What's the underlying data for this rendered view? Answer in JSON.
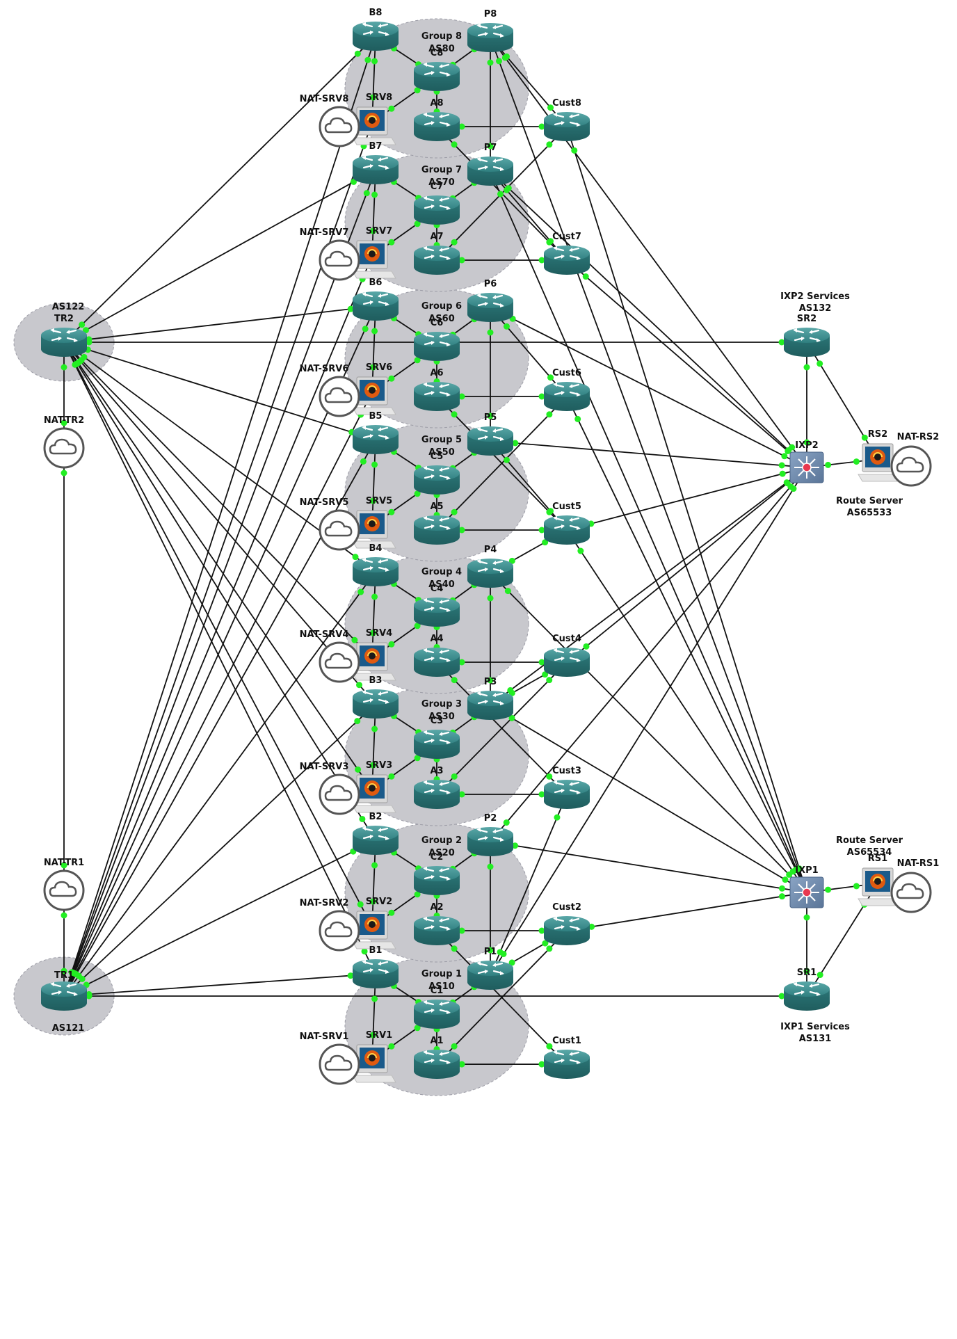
{
  "groups": [
    {
      "id": "g8",
      "name": "Group 8",
      "as": "AS80"
    },
    {
      "id": "g7",
      "name": "Group 7",
      "as": "AS70"
    },
    {
      "id": "g6",
      "name": "Group 6",
      "as": "AS60"
    },
    {
      "id": "g5",
      "name": "Group 5",
      "as": "AS50"
    },
    {
      "id": "g4",
      "name": "Group 4",
      "as": "AS40"
    },
    {
      "id": "g3",
      "name": "Group 3",
      "as": "AS30"
    },
    {
      "id": "g2",
      "name": "Group 2",
      "as": "AS20"
    },
    {
      "id": "g1",
      "name": "Group 1",
      "as": "AS10"
    }
  ],
  "labels": {
    "tr2_as": "AS122",
    "tr1_as": "AS121",
    "ixp2_services": "IXP2 Services",
    "ixp2_as": "AS132",
    "ixp1_services": "IXP1 Services",
    "ixp1_as": "AS131",
    "rs2_title": "Route Server",
    "rs2_as": "AS65533",
    "rs1_title": "Route Server",
    "rs1_as": "AS65534"
  },
  "nodes": [
    {
      "id": "TR2",
      "label": "TR2",
      "type": "router"
    },
    {
      "id": "TR1",
      "label": "TR1",
      "type": "router"
    },
    {
      "id": "NAT-TR2",
      "label": "NAT-TR2",
      "type": "cloud"
    },
    {
      "id": "NAT-TR1",
      "label": "NAT-TR1",
      "type": "cloud"
    },
    {
      "id": "SR2",
      "label": "SR2",
      "type": "router"
    },
    {
      "id": "SR1",
      "label": "SR1",
      "type": "router"
    },
    {
      "id": "IXP2",
      "label": "IXP2",
      "type": "switch"
    },
    {
      "id": "IXP1",
      "label": "IXP1",
      "type": "switch"
    },
    {
      "id": "RS2",
      "label": "RS2",
      "type": "host"
    },
    {
      "id": "RS1",
      "label": "RS1",
      "type": "host"
    },
    {
      "id": "NAT-RS2",
      "label": "NAT-RS2",
      "type": "cloud"
    },
    {
      "id": "NAT-RS1",
      "label": "NAT-RS1",
      "type": "cloud"
    },
    {
      "id": "B8",
      "label": "B8",
      "type": "router"
    },
    {
      "id": "P8",
      "label": "P8",
      "type": "router"
    },
    {
      "id": "C8",
      "label": "C8",
      "type": "router"
    },
    {
      "id": "A8",
      "label": "A8",
      "type": "router"
    },
    {
      "id": "SRV8",
      "label": "SRV8",
      "type": "host"
    },
    {
      "id": "NAT-SRV8",
      "label": "NAT-SRV8",
      "type": "cloud"
    },
    {
      "id": "Cust8",
      "label": "Cust8",
      "type": "router"
    },
    {
      "id": "B7",
      "label": "B7",
      "type": "router"
    },
    {
      "id": "P7",
      "label": "P7",
      "type": "router"
    },
    {
      "id": "C7",
      "label": "C7",
      "type": "router"
    },
    {
      "id": "A7",
      "label": "A7",
      "type": "router"
    },
    {
      "id": "SRV7",
      "label": "SRV7",
      "type": "host"
    },
    {
      "id": "NAT-SRV7",
      "label": "NAT-SRV7",
      "type": "cloud"
    },
    {
      "id": "Cust7",
      "label": "Cust7",
      "type": "router"
    },
    {
      "id": "B6",
      "label": "B6",
      "type": "router"
    },
    {
      "id": "P6",
      "label": "P6",
      "type": "router"
    },
    {
      "id": "C6",
      "label": "C6",
      "type": "router"
    },
    {
      "id": "A6",
      "label": "A6",
      "type": "router"
    },
    {
      "id": "SRV6",
      "label": "SRV6",
      "type": "host"
    },
    {
      "id": "NAT-SRV6",
      "label": "NAT-SRV6",
      "type": "cloud"
    },
    {
      "id": "Cust6",
      "label": "Cust6",
      "type": "router"
    },
    {
      "id": "B5",
      "label": "B5",
      "type": "router"
    },
    {
      "id": "P5",
      "label": "P5",
      "type": "router"
    },
    {
      "id": "C5",
      "label": "C5",
      "type": "router"
    },
    {
      "id": "A5",
      "label": "A5",
      "type": "router"
    },
    {
      "id": "SRV5",
      "label": "SRV5",
      "type": "host"
    },
    {
      "id": "NAT-SRV5",
      "label": "NAT-SRV5",
      "type": "cloud"
    },
    {
      "id": "Cust5",
      "label": "Cust5",
      "type": "router"
    },
    {
      "id": "B4",
      "label": "B4",
      "type": "router"
    },
    {
      "id": "P4",
      "label": "P4",
      "type": "router"
    },
    {
      "id": "C4",
      "label": "C4",
      "type": "router"
    },
    {
      "id": "A4",
      "label": "A4",
      "type": "router"
    },
    {
      "id": "SRV4",
      "label": "SRV4",
      "type": "host"
    },
    {
      "id": "NAT-SRV4",
      "label": "NAT-SRV4",
      "type": "cloud"
    },
    {
      "id": "Cust4",
      "label": "Cust4",
      "type": "router"
    },
    {
      "id": "B3",
      "label": "B3",
      "type": "router"
    },
    {
      "id": "P3",
      "label": "P3",
      "type": "router"
    },
    {
      "id": "C3",
      "label": "C3",
      "type": "router"
    },
    {
      "id": "A3",
      "label": "A3",
      "type": "router"
    },
    {
      "id": "SRV3",
      "label": "SRV3",
      "type": "host"
    },
    {
      "id": "NAT-SRV3",
      "label": "NAT-SRV3",
      "type": "cloud"
    },
    {
      "id": "Cust3",
      "label": "Cust3",
      "type": "router"
    },
    {
      "id": "B2",
      "label": "B2",
      "type": "router"
    },
    {
      "id": "P2",
      "label": "P2",
      "type": "router"
    },
    {
      "id": "C2",
      "label": "C2",
      "type": "router"
    },
    {
      "id": "A2",
      "label": "A2",
      "type": "router"
    },
    {
      "id": "SRV2",
      "label": "SRV2",
      "type": "host"
    },
    {
      "id": "NAT-SRV2",
      "label": "NAT-SRV2",
      "type": "cloud"
    },
    {
      "id": "Cust2",
      "label": "Cust2",
      "type": "router"
    },
    {
      "id": "B1",
      "label": "B1",
      "type": "router"
    },
    {
      "id": "P1",
      "label": "P1",
      "type": "router"
    },
    {
      "id": "C1",
      "label": "C1",
      "type": "router"
    },
    {
      "id": "A1",
      "label": "A1",
      "type": "router"
    },
    {
      "id": "SRV1",
      "label": "SRV1",
      "type": "host"
    },
    {
      "id": "NAT-SRV1",
      "label": "NAT-SRV1",
      "type": "cloud"
    },
    {
      "id": "Cust1",
      "label": "Cust1",
      "type": "router"
    }
  ],
  "links": [
    [
      "TR2",
      "NAT-TR2"
    ],
    [
      "NAT-TR2",
      "NAT-TR1"
    ],
    [
      "NAT-TR1",
      "TR1"
    ],
    [
      "TR2",
      "SR2"
    ],
    [
      "TR1",
      "SR1"
    ],
    [
      "SR2",
      "IXP2"
    ],
    [
      "SR2",
      "RS2"
    ],
    [
      "RS2",
      "IXP2"
    ],
    [
      "RS2",
      "NAT-RS2"
    ],
    [
      "SR1",
      "IXP1"
    ],
    [
      "SR1",
      "RS1"
    ],
    [
      "RS1",
      "IXP1"
    ],
    [
      "RS1",
      "NAT-RS1"
    ],
    [
      "TR2",
      "B8"
    ],
    [
      "TR2",
      "B7"
    ],
    [
      "TR2",
      "B6"
    ],
    [
      "TR2",
      "B5"
    ],
    [
      "TR2",
      "B4"
    ],
    [
      "TR2",
      "B3"
    ],
    [
      "TR2",
      "B2"
    ],
    [
      "TR2",
      "B1"
    ],
    [
      "TR1",
      "B8"
    ],
    [
      "TR1",
      "B7"
    ],
    [
      "TR1",
      "B6"
    ],
    [
      "TR1",
      "B5"
    ],
    [
      "TR1",
      "B4"
    ],
    [
      "TR1",
      "B3"
    ],
    [
      "TR1",
      "B2"
    ],
    [
      "TR1",
      "B1"
    ],
    [
      "B8",
      "C8"
    ],
    [
      "P8",
      "C8"
    ],
    [
      "C8",
      "A8"
    ],
    [
      "C8",
      "SRV8"
    ],
    [
      "SRV8",
      "NAT-SRV8"
    ],
    [
      "B8",
      "SRV8"
    ],
    [
      "A8",
      "Cust8"
    ],
    [
      "P8",
      "Cust8"
    ],
    [
      "P8",
      "P7"
    ],
    [
      "P8",
      "IXP2"
    ],
    [
      "P8",
      "IXP1"
    ],
    [
      "A8",
      "Cust7"
    ],
    [
      "Cust8",
      "IXP1"
    ],
    [
      "B7",
      "C7"
    ],
    [
      "P7",
      "C7"
    ],
    [
      "C7",
      "A7"
    ],
    [
      "C7",
      "SRV7"
    ],
    [
      "SRV7",
      "NAT-SRV7"
    ],
    [
      "B7",
      "SRV7"
    ],
    [
      "A7",
      "Cust7"
    ],
    [
      "P7",
      "Cust7"
    ],
    [
      "P7",
      "IXP2"
    ],
    [
      "P7",
      "IXP1"
    ],
    [
      "A7",
      "Cust8"
    ],
    [
      "B6",
      "C6"
    ],
    [
      "P6",
      "C6"
    ],
    [
      "C6",
      "A6"
    ],
    [
      "C6",
      "SRV6"
    ],
    [
      "SRV6",
      "NAT-SRV6"
    ],
    [
      "B6",
      "SRV6"
    ],
    [
      "A6",
      "Cust6"
    ],
    [
      "P6",
      "Cust6"
    ],
    [
      "P6",
      "P5"
    ],
    [
      "P6",
      "IXP2"
    ],
    [
      "A6",
      "Cust5"
    ],
    [
      "Cust6",
      "IXP1"
    ],
    [
      "B5",
      "C5"
    ],
    [
      "P5",
      "C5"
    ],
    [
      "C5",
      "A5"
    ],
    [
      "C5",
      "SRV5"
    ],
    [
      "SRV5",
      "NAT-SRV5"
    ],
    [
      "B5",
      "SRV5"
    ],
    [
      "A5",
      "Cust5"
    ],
    [
      "P5",
      "Cust5"
    ],
    [
      "P5",
      "IXP2"
    ],
    [
      "A5",
      "Cust6"
    ],
    [
      "Cust5",
      "IXP2"
    ],
    [
      "Cust5",
      "IXP1"
    ],
    [
      "B4",
      "C4"
    ],
    [
      "P4",
      "C4"
    ],
    [
      "C4",
      "A4"
    ],
    [
      "C4",
      "SRV4"
    ],
    [
      "SRV4",
      "NAT-SRV4"
    ],
    [
      "B4",
      "SRV4"
    ],
    [
      "A4",
      "Cust4"
    ],
    [
      "P4",
      "Cust5"
    ],
    [
      "P4",
      "P3"
    ],
    [
      "P4",
      "IXP1"
    ],
    [
      "A4",
      "Cust3"
    ],
    [
      "Cust4",
      "IXP2"
    ],
    [
      "B3",
      "C3"
    ],
    [
      "P3",
      "C3"
    ],
    [
      "C3",
      "A3"
    ],
    [
      "C3",
      "SRV3"
    ],
    [
      "SRV3",
      "NAT-SRV3"
    ],
    [
      "B3",
      "SRV3"
    ],
    [
      "A3",
      "Cust3"
    ],
    [
      "P3",
      "Cust4"
    ],
    [
      "P3",
      "IXP1"
    ],
    [
      "P3",
      "IXP2"
    ],
    [
      "A3",
      "Cust4"
    ],
    [
      "B2",
      "C2"
    ],
    [
      "P2",
      "C2"
    ],
    [
      "C2",
      "A2"
    ],
    [
      "C2",
      "SRV2"
    ],
    [
      "SRV2",
      "NAT-SRV2"
    ],
    [
      "B2",
      "SRV2"
    ],
    [
      "A2",
      "Cust2"
    ],
    [
      "P2",
      "P1"
    ],
    [
      "P2",
      "IXP1"
    ],
    [
      "P2",
      "IXP2"
    ],
    [
      "A2",
      "Cust1"
    ],
    [
      "Cust2",
      "IXP1"
    ],
    [
      "B1",
      "C1"
    ],
    [
      "P1",
      "C1"
    ],
    [
      "C1",
      "A1"
    ],
    [
      "C1",
      "SRV1"
    ],
    [
      "SRV1",
      "NAT-SRV1"
    ],
    [
      "B1",
      "SRV1"
    ],
    [
      "A1",
      "Cust1"
    ],
    [
      "P1",
      "Cust2"
    ],
    [
      "P1",
      "IXP2"
    ],
    [
      "A1",
      "Cust2"
    ],
    [
      "Cust3",
      "P1"
    ],
    [
      "TR1",
      "SRV8"
    ],
    [
      "TR1",
      "SRV7"
    ],
    [
      "TR1",
      "SRV6"
    ],
    [
      "TR2",
      "SRV2"
    ],
    [
      "TR2",
      "SRV3"
    ],
    [
      "TR2",
      "SRV4"
    ],
    [
      "Cust7",
      "IXP2"
    ],
    [
      "Cust1",
      "A1"
    ]
  ]
}
